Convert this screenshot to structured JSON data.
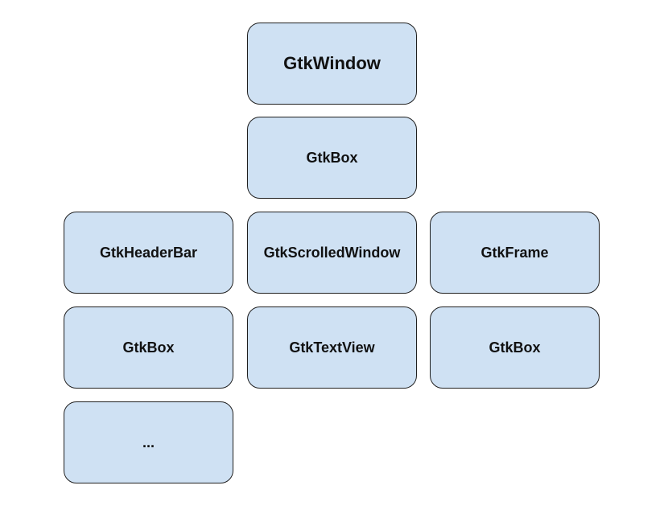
{
  "colors": {
    "node_fill": "#cfe1f3",
    "node_border": "#1f1f1f",
    "text": "#111111",
    "background": "#ffffff"
  },
  "nodes": {
    "window": "GtkWindow",
    "main_box": "GtkBox",
    "header_bar": "GtkHeaderBar",
    "scrolled_window": "GtkScrolledWindow",
    "frame": "GtkFrame",
    "header_box": "GtkBox",
    "text_view": "GtkTextView",
    "frame_box": "GtkBox",
    "ellipsis": "..."
  }
}
